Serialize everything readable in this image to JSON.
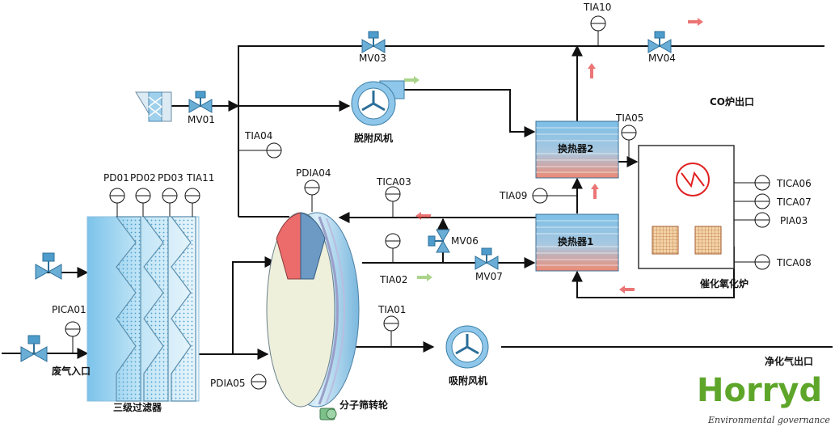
{
  "diagram": {
    "units": {
      "filter": "三级过滤器",
      "wheel": "分子筛转轮",
      "desorb_fan": "脱附风机",
      "adsorb_fan": "吸附风机",
      "hx1": "换热器1",
      "hx2": "换热器2",
      "furnace": "催化氧化炉"
    },
    "ports": {
      "inlet": "废气入口",
      "clean_out": "净化气出口",
      "co_out": "CO炉出口"
    },
    "instruments": {
      "mv01": "MV01",
      "mv03": "MV03",
      "mv04": "MV04",
      "mv06": "MV06",
      "mv07": "MV07",
      "tia01": "TIA01",
      "tia02": "TIA02",
      "tia04": "TIA04",
      "tia05": "TIA05",
      "tia09": "TIA09",
      "tia10": "TIA10",
      "tia11": "TIA11",
      "tica03": "TICA03",
      "tica06": "TICA06",
      "tica07": "TICA07",
      "tica08": "TICA08",
      "pia03": "PIA03",
      "pica01": "PICA01",
      "pd01": "PD01",
      "pd02": "PD02",
      "pd03": "PD03",
      "pdia04": "PDIA04",
      "pdia05": "PDIA05"
    },
    "logo": {
      "brand": "Horryd",
      "tagline": "Environmental governance"
    },
    "colors": {
      "line": "#111111",
      "duct_blue": "#5aa9d6",
      "hx_blue": "#6fb3dc",
      "hx_red": "#e58672",
      "flow_red": "#e23b3b",
      "flow_green": "#86c25a",
      "brand_green": "#5ea62a",
      "brand_blue": "#1f6fb8"
    }
  }
}
